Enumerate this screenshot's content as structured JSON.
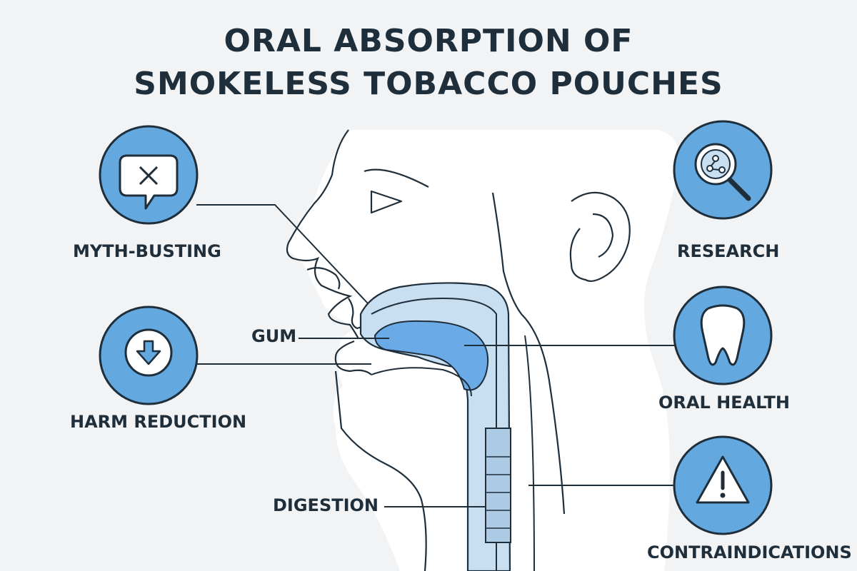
{
  "title": {
    "line1": "ORAL ABSORPTION OF",
    "line2": "SMOKELESS TOBACCO POUCHES"
  },
  "colors": {
    "accent_blue": "#64a8e0",
    "light_blue": "#c8dff2",
    "mid_blue": "#6aaae6",
    "ink": "#1f2e3b",
    "background": "#f2f3f4"
  },
  "categories": [
    {
      "id": "myth",
      "label": "MYTH-BUSTING",
      "icon": "speech-bubble-x-icon"
    },
    {
      "id": "harm",
      "label": "HARM REDUCTION",
      "icon": "down-arrow-icon"
    },
    {
      "id": "research",
      "label": "RESEARCH",
      "icon": "magnifier-molecule-icon"
    },
    {
      "id": "oral",
      "label": "ORAL HEALTH",
      "icon": "tooth-icon"
    },
    {
      "id": "contra",
      "label": "CONTRAINDICATIONS",
      "icon": "warning-triangle-icon"
    }
  ],
  "anatomy_labels": {
    "gum": "GUM",
    "digestion": "DIGESTION"
  }
}
